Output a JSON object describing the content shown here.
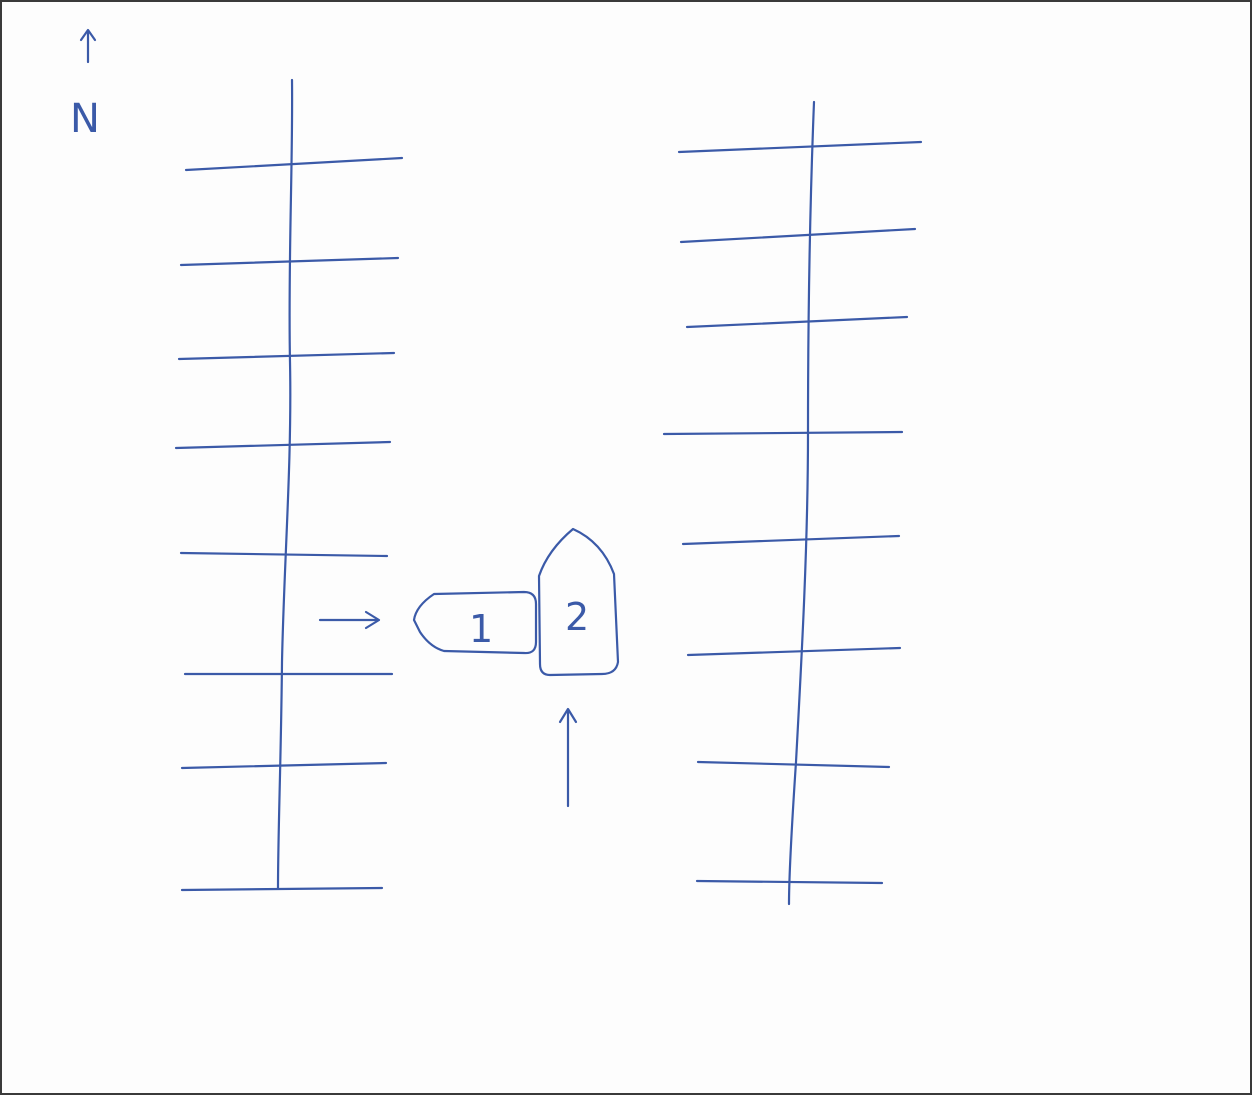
{
  "diagram": {
    "compass": {
      "label": "N",
      "icon": "north-arrow-icon"
    },
    "boats": [
      {
        "label": "1",
        "direction": "east"
      },
      {
        "label": "2",
        "direction": "north"
      }
    ],
    "piers": [
      {
        "side": "west",
        "finger_count": 8
      },
      {
        "side": "east",
        "finger_count": 8
      }
    ],
    "colors": {
      "ink": "#3b5aa8",
      "paper": "#fdfdfd",
      "border": "#3a3a3a"
    }
  }
}
